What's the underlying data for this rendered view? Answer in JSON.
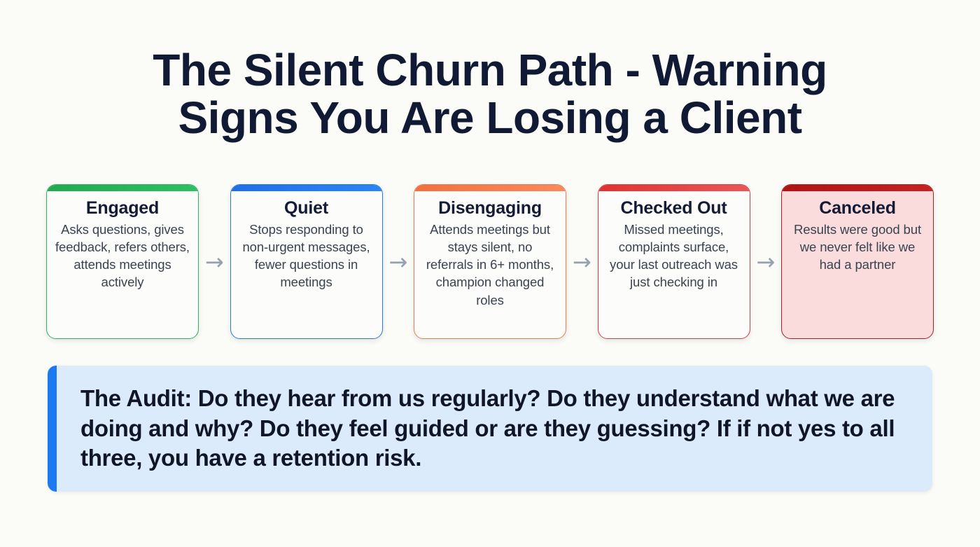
{
  "page": {
    "background_color": "#FBFBF7",
    "title_color": "#111A34"
  },
  "header": {
    "title_line1": "The Silent Churn Path - Warning",
    "title_line2": "Signs You Are Losing a Client"
  },
  "flow": {
    "arrow_glyph": "→",
    "arrow_color": "#97A0AE",
    "stages": [
      {
        "id": "engaged",
        "title": "Engaged",
        "description": "Asks questions, gives feedback, refers others, attends meetings actively",
        "accent_color": "#2EB35C",
        "border_color": "#2EB35C",
        "fill_color": "#FCFCFB"
      },
      {
        "id": "quiet",
        "title": "Quiet",
        "description": "Stops responding to non-urgent messages, fewer questions in meetings",
        "accent_color": "#2478E6",
        "border_color": "#2478E6",
        "fill_color": "#FCFCFB"
      },
      {
        "id": "disengaging",
        "title": "Disengaging",
        "description": "Attends meetings but stays silent, no referrals in 6+ months, champion changed roles",
        "accent_color": "#F2703F",
        "border_color": "#E97A4E",
        "fill_color": "#FCFCFB"
      },
      {
        "id": "checked-out",
        "title": "Checked Out",
        "description": "Missed meetings, complaints surface, your last outreach was just checking in",
        "accent_color": "#E03232",
        "border_color": "#D44040",
        "fill_color": "#FCFCFB"
      },
      {
        "id": "canceled",
        "title": "Canceled",
        "description": "Results were good but we never felt like we had a partner",
        "accent_color": "#B01212",
        "border_color": "#B01F1F",
        "fill_color": "#FADCDC"
      }
    ]
  },
  "callout": {
    "text": "The Audit: Do they hear from us regularly? Do they understand what we are doing and why? Do they feel guided or are they guessing? If if not yes to all three, you have a retention risk.",
    "bar_color": "#1B7AF0",
    "background_color": "#DCEBFB"
  }
}
